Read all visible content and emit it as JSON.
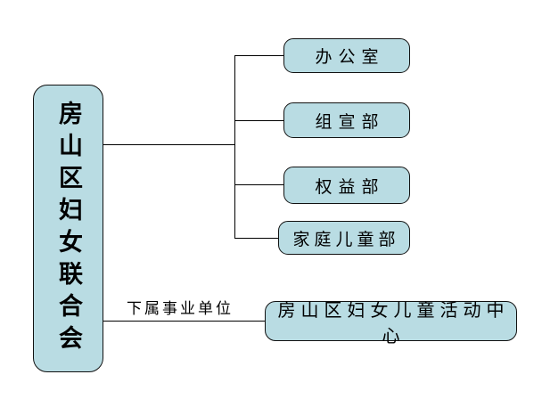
{
  "diagram": {
    "title_hint": "organization-chart",
    "root": {
      "label": "房山区妇女联合会"
    },
    "departments": [
      {
        "label": "办公室"
      },
      {
        "label": "组宣部"
      },
      {
        "label": "权益部"
      },
      {
        "label": "家庭儿童部"
      }
    ],
    "subordinate_branch": {
      "connector_label": "下属事业单位",
      "node": {
        "label": "房山区妇女儿童活动中心"
      }
    },
    "colors": {
      "background": "#ffffff",
      "node_fill": "#b9dce3",
      "node_border": "#111111",
      "line": "#000000",
      "text": "#000000"
    }
  }
}
